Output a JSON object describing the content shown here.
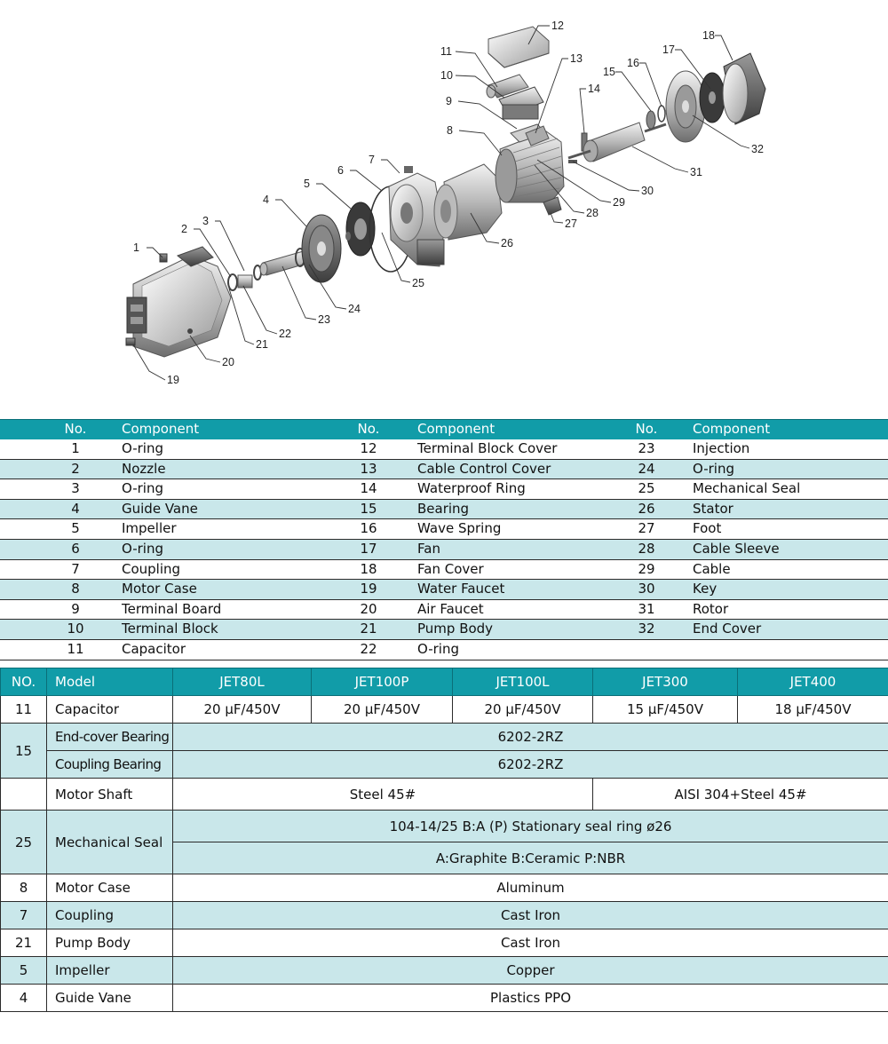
{
  "callouts": [
    "1",
    "2",
    "3",
    "4",
    "5",
    "6",
    "7",
    "8",
    "9",
    "10",
    "11",
    "12",
    "13",
    "14",
    "15",
    "16",
    "17",
    "18",
    "19",
    "20",
    "21",
    "22",
    "23",
    "24",
    "25",
    "26",
    "27",
    "28",
    "29",
    "30",
    "31",
    "32"
  ],
  "parts_table": {
    "headers": {
      "no": "No.",
      "component": "Component"
    },
    "groups": [
      [
        {
          "no": "1",
          "component": "O-ring"
        },
        {
          "no": "2",
          "component": "Nozzle"
        },
        {
          "no": "3",
          "component": "O-ring"
        },
        {
          "no": "4",
          "component": "Guide Vane"
        },
        {
          "no": "5",
          "component": "Impeller"
        },
        {
          "no": "6",
          "component": "O-ring"
        },
        {
          "no": "7",
          "component": "Coupling"
        },
        {
          "no": "8",
          "component": "Motor Case"
        },
        {
          "no": "9",
          "component": "Terminal Board"
        },
        {
          "no": "10",
          "component": "Terminal Block"
        },
        {
          "no": "11",
          "component": "Capacitor"
        }
      ],
      [
        {
          "no": "12",
          "component": "Terminal Block Cover"
        },
        {
          "no": "13",
          "component": "Cable Control Cover"
        },
        {
          "no": "14",
          "component": "Waterproof Ring"
        },
        {
          "no": "15",
          "component": "Bearing"
        },
        {
          "no": "16",
          "component": "Wave Spring"
        },
        {
          "no": "17",
          "component": "Fan"
        },
        {
          "no": "18",
          "component": "Fan Cover"
        },
        {
          "no": "19",
          "component": "Water Faucet"
        },
        {
          "no": "20",
          "component": "Air Faucet"
        },
        {
          "no": "21",
          "component": "Pump Body"
        },
        {
          "no": "22",
          "component": "O-ring"
        }
      ],
      [
        {
          "no": "23",
          "component": "Injection"
        },
        {
          "no": "24",
          "component": "O-ring"
        },
        {
          "no": "25",
          "component": "Mechanical Seal"
        },
        {
          "no": "26",
          "component": "Stator"
        },
        {
          "no": "27",
          "component": "Foot"
        },
        {
          "no": "28",
          "component": "Cable Sleeve"
        },
        {
          "no": "29",
          "component": "Cable"
        },
        {
          "no": "30",
          "component": "Key"
        },
        {
          "no": "31",
          "component": "Rotor"
        },
        {
          "no": "32",
          "component": "End Cover"
        },
        {
          "no": "",
          "component": ""
        }
      ]
    ]
  },
  "spec_table": {
    "header": {
      "no": "NO.",
      "model": "Model",
      "models": [
        "JET80L",
        "JET100P",
        "JET100L",
        "JET300",
        "JET400"
      ]
    },
    "capacitor": {
      "no": "11",
      "label": "Capacitor",
      "values": [
        "20 μF/450V",
        "20 μF/450V",
        "20 μF/450V",
        "15 μF/450V",
        "18 μF/450V"
      ]
    },
    "bearing": {
      "no": "15",
      "end_label": "End-cover Bearing",
      "end_value": "6202-2RZ",
      "coupling_label": "Coupling Bearing",
      "coupling_value": "6202-2RZ"
    },
    "shaft": {
      "no": "",
      "label": "Motor Shaft",
      "value_a": "Steel 45#",
      "value_b": "AISI 304+Steel 45#"
    },
    "seal": {
      "no": "25",
      "label": "Mechanical Seal",
      "line1": "104-14/25 B:A (P) Stationary seal ring ø26",
      "line2": "A:Graphite  B:Ceramic  P:NBR"
    },
    "materials": [
      {
        "no": "8",
        "label": "Motor Case",
        "value": "Aluminum"
      },
      {
        "no": "7",
        "label": "Coupling",
        "value": "Cast Iron"
      },
      {
        "no": "21",
        "label": "Pump Body",
        "value": "Cast Iron"
      },
      {
        "no": "5",
        "label": "Impeller",
        "value": "Copper"
      },
      {
        "no": "4",
        "label": "Guide Vane",
        "value": "Plastics PPO"
      }
    ]
  }
}
